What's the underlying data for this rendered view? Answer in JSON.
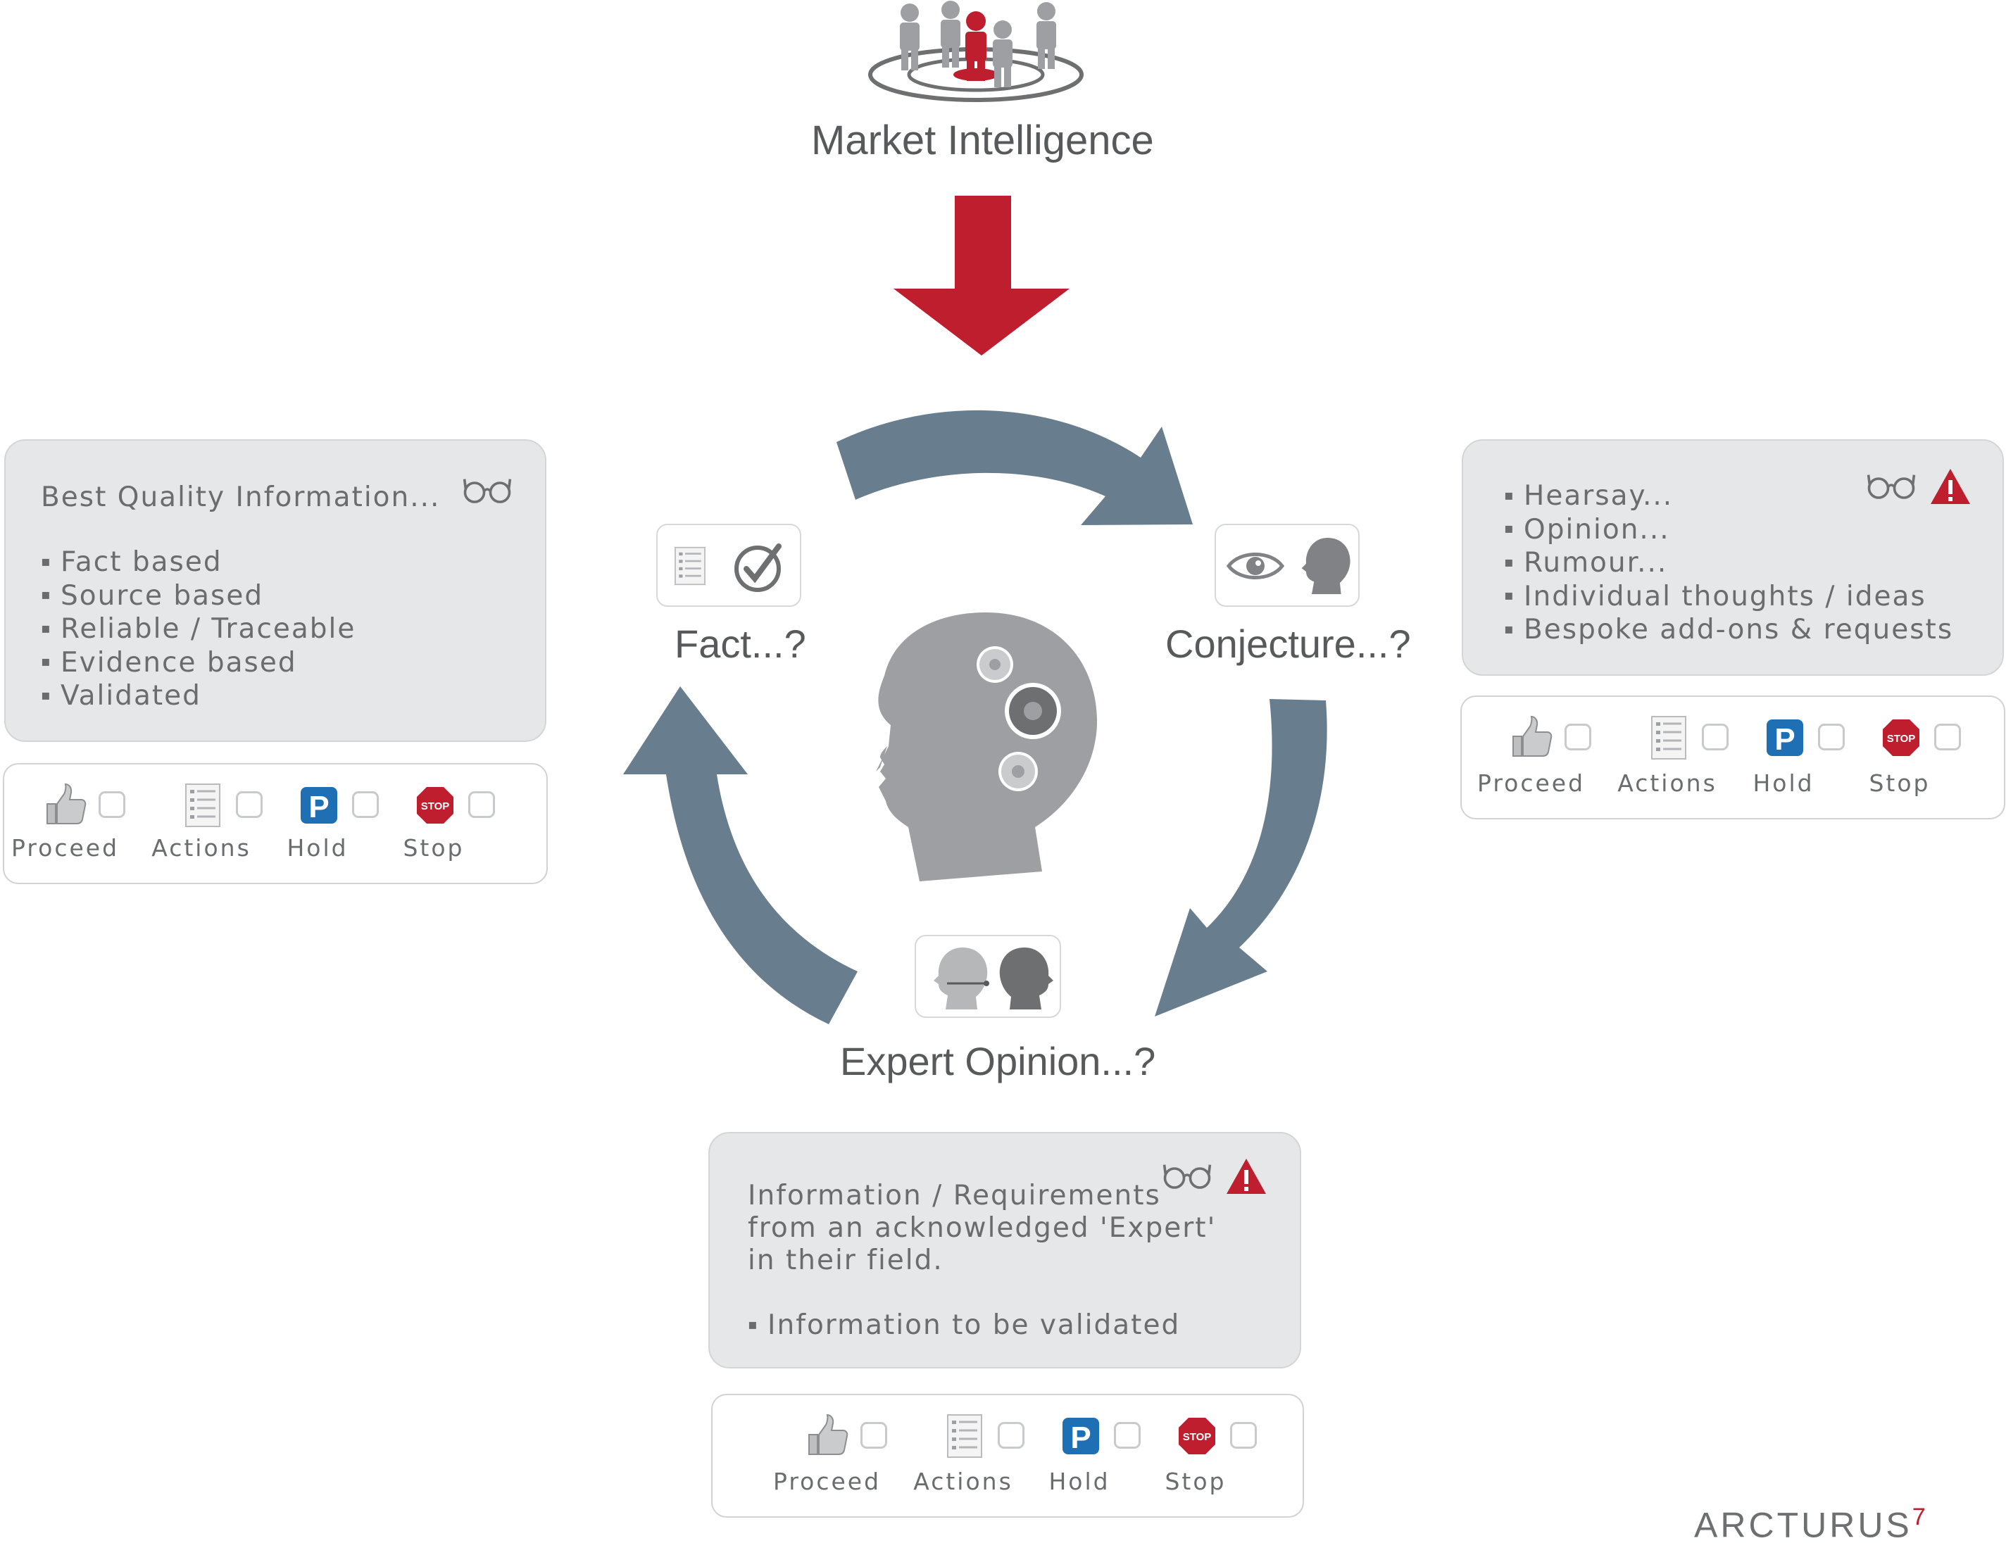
{
  "header": {
    "title": "Market Intelligence"
  },
  "stages": {
    "fact": "Fact...?",
    "conjecture": "Conjecture...?",
    "expert": "Expert Opinion...?"
  },
  "boxes": {
    "fact": {
      "heading": "Best Quality Information...",
      "bullets": [
        "Fact based",
        "Source based",
        "Reliable / Traceable",
        "Evidence based",
        "Validated"
      ]
    },
    "conjecture": {
      "bullets": [
        "Hearsay...",
        "Opinion...",
        "Rumour...",
        "Individual thoughts / ideas",
        "Bespoke add-ons & requests"
      ]
    },
    "expert": {
      "lines": [
        "Information / Requirements",
        "from an acknowledged 'Expert'",
        "in their field."
      ],
      "bullets": [
        "Information to be validated"
      ]
    }
  },
  "actions": {
    "proceed": "Proceed",
    "actions": "Actions",
    "hold": "Hold",
    "stop": "Stop",
    "stop_sign_text": "STOP",
    "hold_sign_text": "P"
  },
  "brand": {
    "name": "ARCTURUS",
    "mark": "7"
  },
  "colors": {
    "accent_red": "#be1e2d",
    "cycle_arrow": "#687d8e",
    "head_grey": "#9d9fa2",
    "box_fill": "#e6e7e8",
    "hold_blue": "#1f6fb5"
  },
  "icons": [
    "people-target-icon",
    "down-arrow-icon",
    "checklist-icon",
    "checkmark-circle-icon",
    "eye-icon",
    "head-profile-icon",
    "expert-heads-icon",
    "brain-gears-icon",
    "glasses-icon",
    "warning-icon",
    "thumbs-up-icon",
    "hold-sign-icon",
    "stop-sign-icon"
  ]
}
